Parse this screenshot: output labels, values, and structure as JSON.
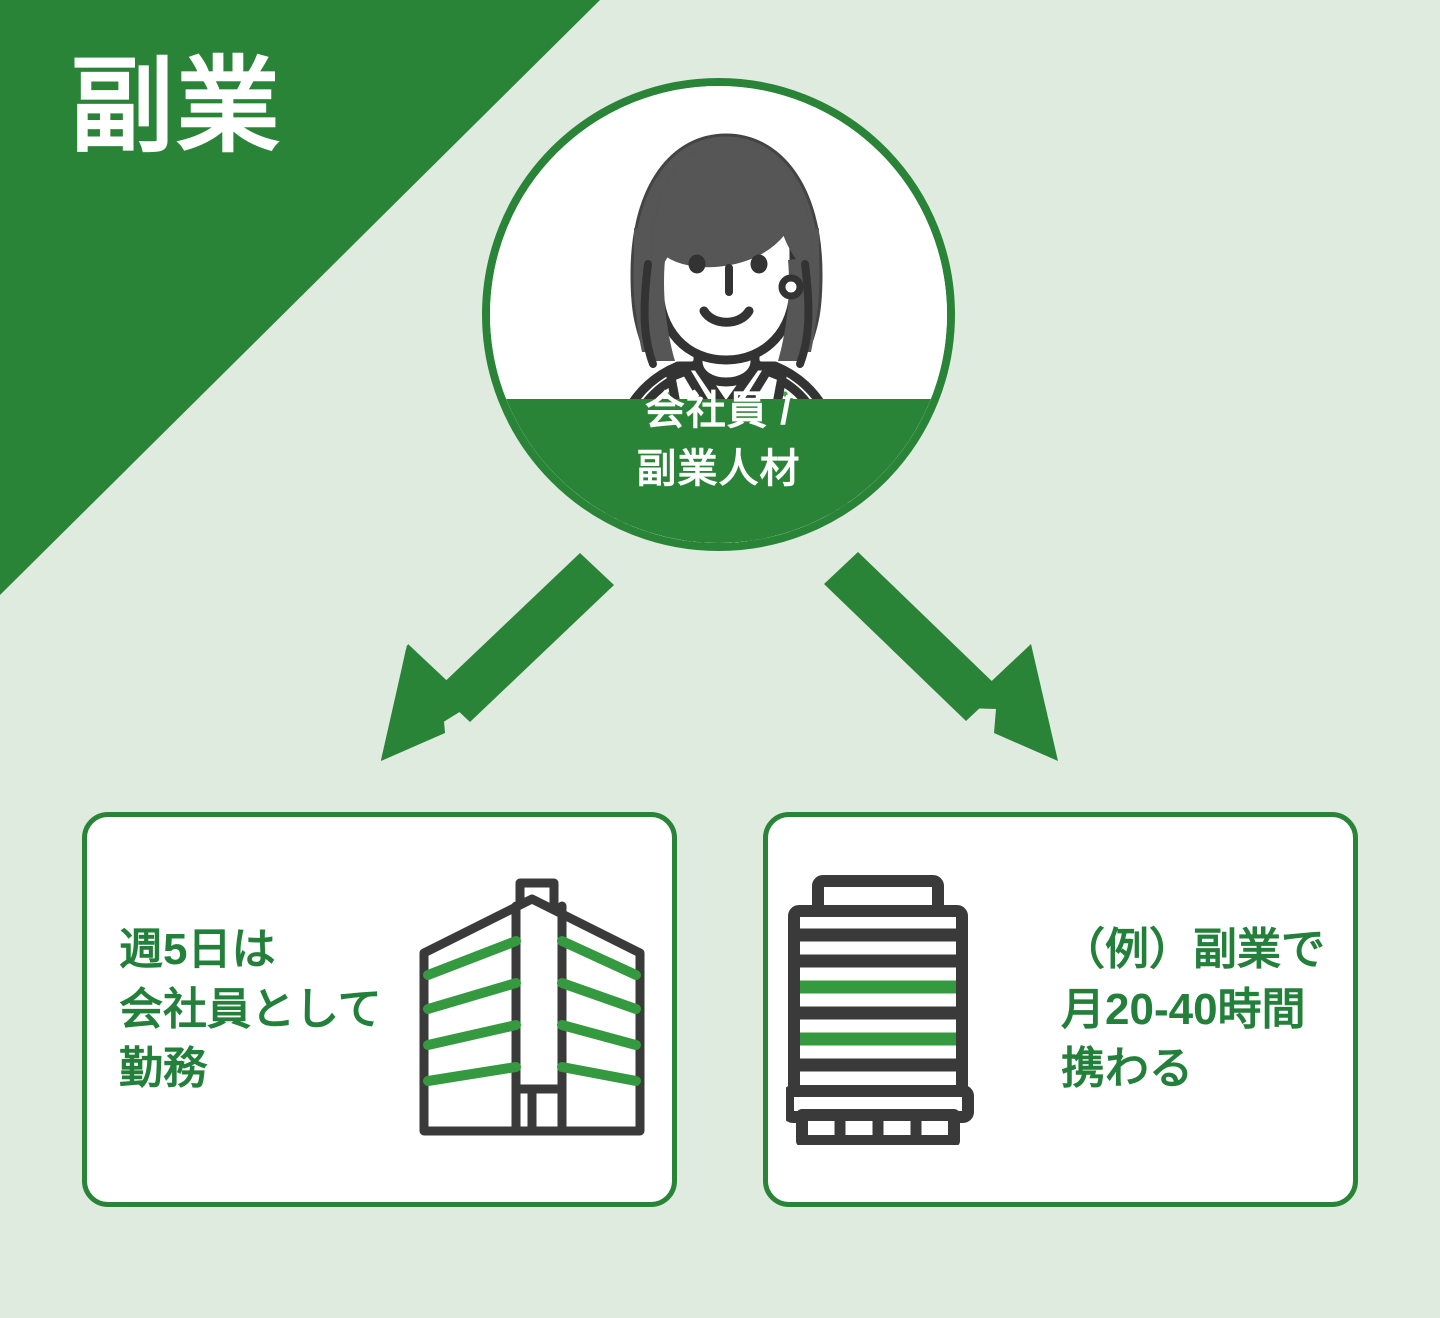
{
  "page": {
    "background_color": "#dfebdf",
    "brand_green": "#2a8437",
    "text_green": "#23803a",
    "dark_ink": "#3a3a3a",
    "white": "#ffffff"
  },
  "banner": {
    "title": "副業",
    "title_color": "#ffffff",
    "wedge_color": "#2a8437"
  },
  "avatar": {
    "name": "employee-side-job-avatar",
    "caption_line1": "会社員 /",
    "caption_line2": "副業人材",
    "caption_color": "#ffffff",
    "ring_color": "#2a8437",
    "upper_background": "#ffffff",
    "lower_background": "#2a8437",
    "hair_color": "#565656",
    "outline_color": "#333333",
    "vest_dot_color": "#4ea352"
  },
  "arrows": [
    {
      "label": "arrow-to-left-card",
      "direction": "down-left",
      "color": "#2a8437"
    },
    {
      "label": "arrow-to-right-card",
      "direction": "down-right",
      "color": "#2a8437"
    }
  ],
  "cards": [
    {
      "id": "weekday-employment",
      "text": "週5日は\n会社員として\n勤務",
      "icon": "office-tower-icon",
      "icon_position": "right",
      "border_color": "#2a8437",
      "text_color": "#23803a"
    },
    {
      "id": "side-job-hours",
      "text": "（例）副業で\n月20-40時間\n携わる",
      "icon": "office-building-icon",
      "icon_position": "left",
      "border_color": "#2a8437",
      "text_color": "#23803a"
    }
  ]
}
